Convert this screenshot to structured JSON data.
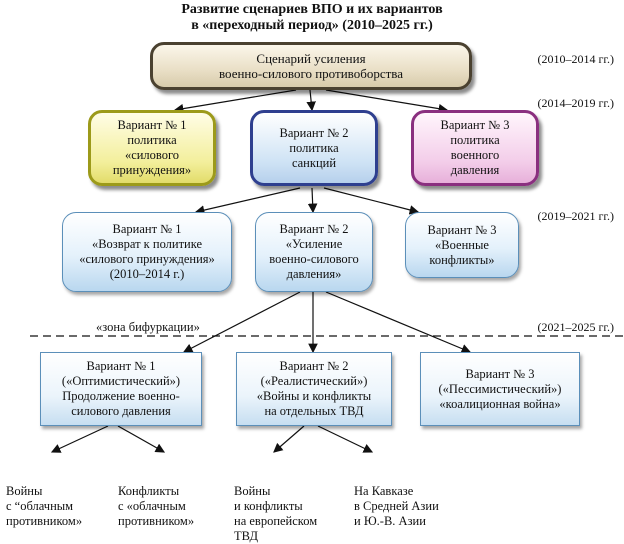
{
  "title": {
    "line1": "Развитие сценариев ВПО и их вариантов",
    "line2": "в «переходный период» (2010–2025 гг.)"
  },
  "periods": [
    "(2010–2014 гг.)",
    "(2014–2019 гг.)",
    "(2019–2021 гг.)",
    "(2021–2025 гг.)"
  ],
  "root": "Сценарий усиления\nвоенно-силового противоборства",
  "level2": [
    "Вариант № 1\nполитика\n«силового\nпринуждения»",
    "Вариант № 2\nполитика\nсанкций",
    "Вариант № 3\nполитика\nвоенного\nдавления"
  ],
  "level3": [
    "Вариант № 1\n«Возврат к политике\n«силового принуждения»\n(2010–2014 г.)",
    "Вариант № 2\n«Усиление\nвоенно-силового\nдавления»",
    "Вариант № 3\n«Военные\nконфликты»"
  ],
  "bifurcation": "«зона бифуркации»",
  "level4": [
    "Вариант № 1\n(«Оптимистический»)\nПродолжение военно-\nсилового давления",
    "Вариант № 2\n(«Реалистический»)\n«Войны и конфликты\nна отдельных ТВД",
    "Вариант № 3\n(«Пессимистический»)\n«коалиционная война»"
  ],
  "level5": [
    "Войны\nс “облачным\nпротивником»",
    "Конфликты\nс «облачным\nпротивником»",
    "Войны\nи конфликты\nна европейском\nТВД",
    "На Кавказе\nв Средней Азии\nи Ю.-В. Азии"
  ]
}
